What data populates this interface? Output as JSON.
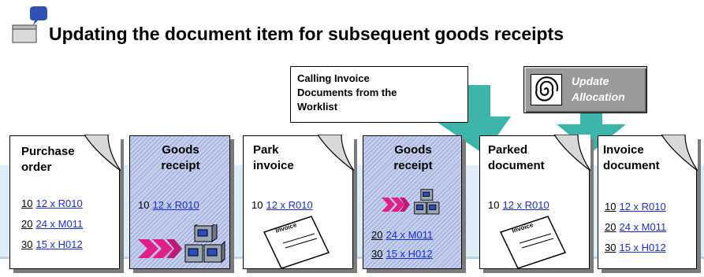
{
  "title": "Updating the document item for subsequent goods receipts",
  "callouts": {
    "worklist": [
      "Calling Invoice",
      "Documents from the",
      "Worklist"
    ],
    "update": [
      "Update",
      "Allocation"
    ]
  },
  "documents": {
    "purchase_order": {
      "title": [
        "Purchase",
        "order"
      ],
      "items": [
        {
          "num": "10",
          "text": "12 x R010"
        },
        {
          "num": "20",
          "text": "24 x M011"
        },
        {
          "num": "30",
          "text": "15 x H012"
        }
      ]
    },
    "goods_receipt_1": {
      "title": [
        "Goods",
        "receipt"
      ],
      "items": [
        {
          "num": "10",
          "text": "12 x R010"
        }
      ]
    },
    "park_invoice": {
      "title": [
        "Park",
        "invoice"
      ],
      "items": [
        {
          "num": "10",
          "text": "12 x R010"
        }
      ],
      "invoice_label": "Invoice"
    },
    "goods_receipt_2": {
      "title": [
        "Goods",
        "receipt"
      ],
      "items": [
        {
          "num": "20",
          "text": "24 x M011"
        },
        {
          "num": "30",
          "text": "15 x H012"
        }
      ]
    },
    "parked_document": {
      "title": [
        "Parked",
        "document"
      ],
      "items": [
        {
          "num": "10",
          "text": "12 x R010"
        }
      ],
      "invoice_label": "Invoice"
    },
    "invoice_document": {
      "title": [
        "Invoice",
        "document"
      ],
      "items": [
        {
          "num": "10",
          "text": "12 x R010"
        },
        {
          "num": "20",
          "text": "24 x M011"
        },
        {
          "num": "30",
          "text": "15 x H012"
        }
      ]
    }
  },
  "colors": {
    "link": "#1a2fd0",
    "goods_receipt_fill": "#c5cfee",
    "arrow_teal": "#3bb5aa",
    "truck_arrow": "#e0208a",
    "band": "#ddeef8"
  },
  "icons": [
    "folder-icon",
    "spiral-icon",
    "fast-forward-icon",
    "stacked-boxes-icon",
    "invoice-document-icon"
  ]
}
